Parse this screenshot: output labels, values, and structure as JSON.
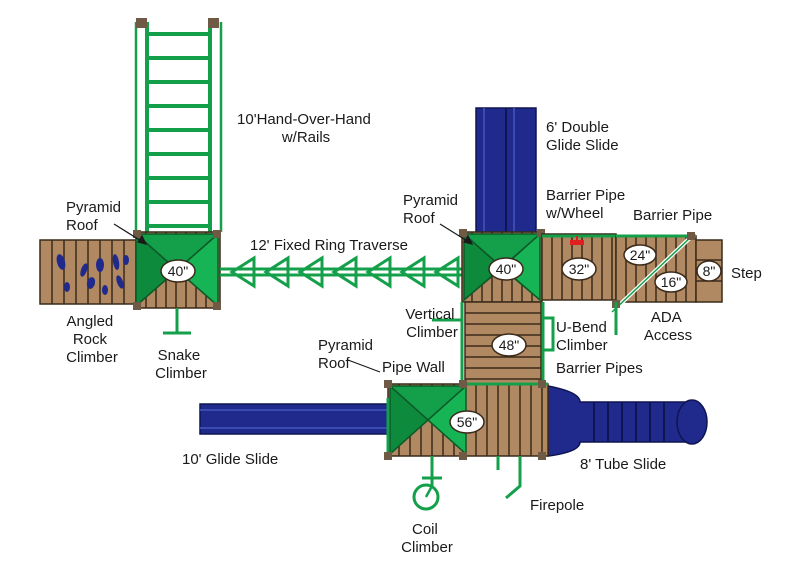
{
  "colors": {
    "wood": "#b08862",
    "wood_dark": "#3a2a1a",
    "green": "#14a04a",
    "green_dark": "#0c5a28",
    "navy": "#1f2a8c",
    "navy_dark": "#0f1550",
    "post": "#6e5a45"
  },
  "labels": {
    "hand_over_hand": [
      "10'Hand-Over-Hand",
      "w/Rails"
    ],
    "double_slide": [
      "6' Double",
      "Glide Slide"
    ],
    "pyramid_roof_left": [
      "Pyramid",
      "Roof"
    ],
    "pyramid_roof_right": [
      "Pyramid",
      "Roof"
    ],
    "pyramid_roof_bottom": [
      "Pyramid",
      "Roof"
    ],
    "barrier_pipe_wheel": [
      "Barrier Pipe",
      "w/Wheel"
    ],
    "barrier_pipe": "Barrier Pipe",
    "ring_traverse": "12' Fixed Ring Traverse",
    "step": "Step",
    "rock_climber": [
      "Angled",
      "Rock",
      "Climber"
    ],
    "snake_climber": [
      "Snake",
      "Climber"
    ],
    "vertical_climber": [
      "Vertical",
      "Climber"
    ],
    "u_bend_climber": [
      "U-Bend",
      "Climber"
    ],
    "ada_access": [
      "ADA",
      "Access"
    ],
    "pipe_wall": "Pipe Wall",
    "barrier_pipes": "Barrier Pipes",
    "glide_slide": "10' Glide Slide",
    "tube_slide": "8' Tube Slide",
    "firepole": "Firepole",
    "coil_climber": [
      "Coil",
      "Climber"
    ]
  },
  "heights": {
    "left_deck": "40\"",
    "right_deck": "40\"",
    "ramp_deck": "32\"",
    "ada_upper": "24\"",
    "ada_lower": "16\"",
    "step": "8\"",
    "middle_deck": "48\"",
    "bottom_deck": "56\""
  }
}
